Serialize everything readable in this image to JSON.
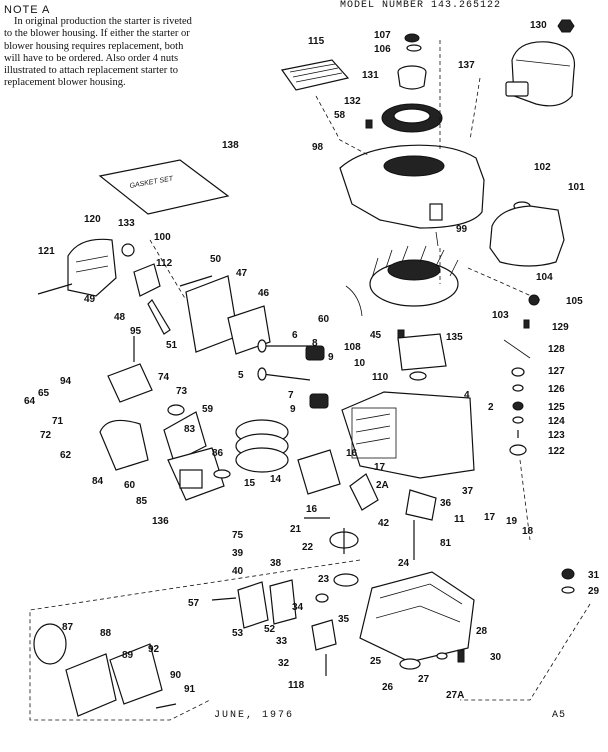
{
  "header": {
    "note_title": "NOTE A",
    "note_body": "In original production the starter is riveted to the blower housing. If either the starter or blower housing requires replacement, both will have to be ordered. Also order 4 nuts illustrated to attach replacement starter to replacement blower housing.",
    "model_number": "MODEL NUMBER  143.265122"
  },
  "footer": {
    "date": "JUNE, 1976",
    "code": "A5"
  },
  "gasket_set_text": "GASKET SET",
  "callouts": {
    "c1": "115",
    "c2": "107",
    "c3": "106",
    "c4": "131",
    "c5": "130",
    "c6": "137",
    "c7": "132",
    "c8": "58",
    "c9": "98",
    "c10": "138",
    "c11": "102",
    "c12": "101",
    "c13": "99",
    "c14": "120",
    "c15": "133",
    "c16": "100",
    "c17": "121",
    "c18": "112",
    "c19": "50",
    "c20": "47",
    "c21": "49",
    "c22": "48",
    "c23": "46",
    "c24": "104",
    "c25": "105",
    "c26": "60",
    "c27": "103",
    "c28": "129",
    "c29": "95",
    "c30": "51",
    "c31": "6",
    "c32": "45",
    "c33": "135",
    "c34": "8",
    "c35": "9",
    "c36": "108",
    "c37": "10",
    "c38": "128",
    "c39": "94",
    "c40": "74",
    "c41": "5",
    "c42": "73",
    "c43": "110",
    "c44": "127",
    "c45": "65",
    "c46": "7",
    "c47": "9",
    "c48": "4",
    "c49": "126",
    "c50": "64",
    "c51": "71",
    "c52": "59",
    "c53": "2",
    "c54": "125",
    "c55": "72",
    "c56": "83",
    "c57": "124",
    "c58": "123",
    "c59": "62",
    "c60": "86",
    "c61": "16",
    "c62": "17",
    "c63": "122",
    "c64": "84",
    "c65": "60",
    "c66": "14",
    "c67": "15",
    "c68": "2A",
    "c69": "37",
    "c70": "85",
    "c71": "36",
    "c72": "136",
    "c73": "16",
    "c74": "42",
    "c75": "11",
    "c76": "75",
    "c77": "17",
    "c78": "19",
    "c79": "18",
    "c80": "21",
    "c81": "81",
    "c82": "39",
    "c83": "38",
    "c84": "22",
    "c85": "40",
    "c86": "23",
    "c87": "24",
    "c88": "31",
    "c89": "29",
    "c90": "57",
    "c91": "53",
    "c92": "52",
    "c93": "34",
    "c94": "35",
    "c95": "28",
    "c96": "87",
    "c97": "88",
    "c98": "92",
    "c99": "89",
    "c100": "33",
    "c101": "32",
    "c102": "25",
    "c103": "30",
    "c104": "90",
    "c105": "118",
    "c106": "26",
    "c107": "27",
    "c108": "91",
    "c109": "27A"
  }
}
